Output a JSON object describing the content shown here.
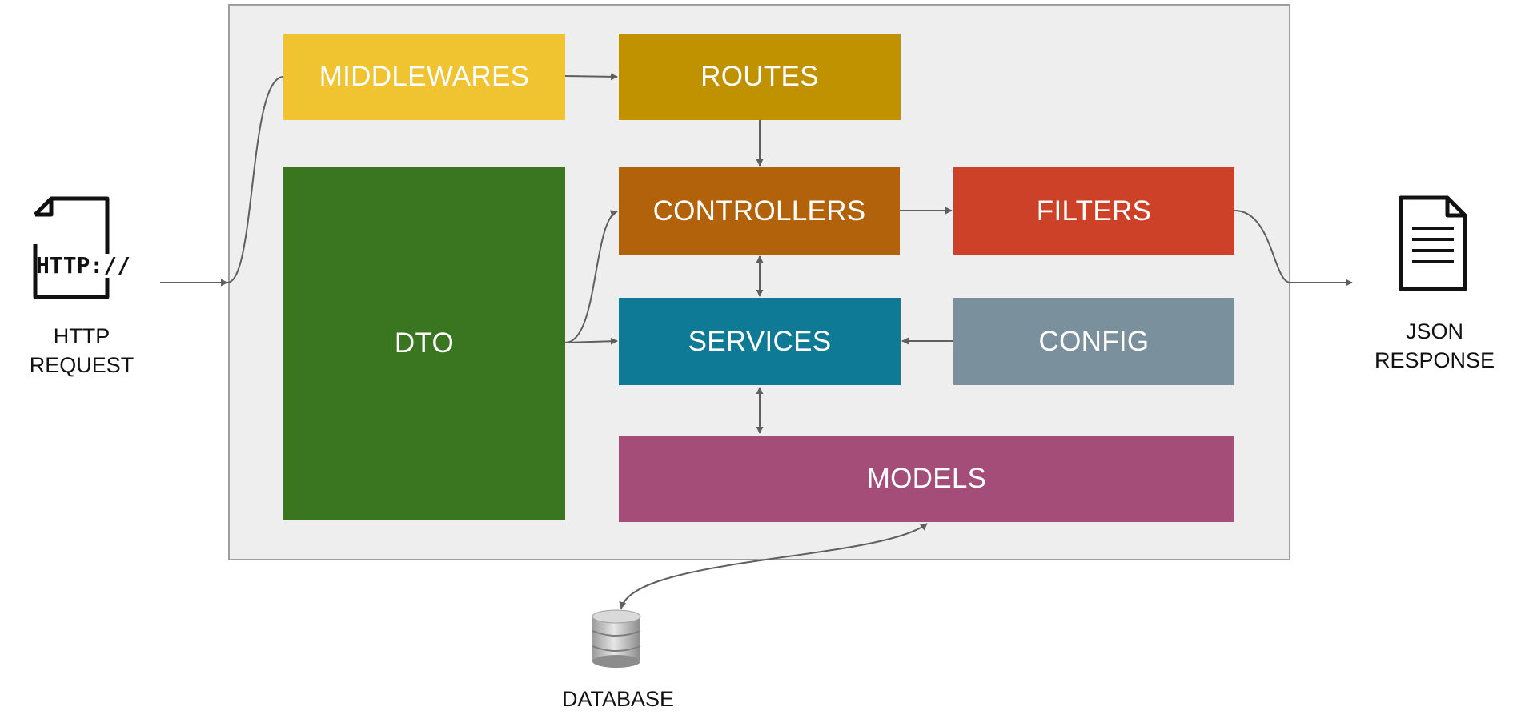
{
  "blocks": {
    "middlewares": {
      "label": "MIDDLEWARES",
      "color": "#F0C330"
    },
    "routes": {
      "label": "ROUTES",
      "color": "#C09200"
    },
    "dto": {
      "label": "DTO",
      "color": "#3A7620"
    },
    "controllers": {
      "label": "CONTROLLERS",
      "color": "#B2620A"
    },
    "filters": {
      "label": "FILTERS",
      "color": "#CC4127"
    },
    "services": {
      "label": "SERVICES",
      "color": "#0E7A96"
    },
    "config": {
      "label": "CONFIG",
      "color": "#7A909C"
    },
    "models": {
      "label": "MODELS",
      "color": "#A44D78"
    }
  },
  "external": {
    "http_request": {
      "label_line1": "HTTP",
      "label_line2": "REQUEST",
      "icon": "http-file-icon",
      "icon_text": "HTTP://"
    },
    "json_response": {
      "label_line1": "JSON",
      "label_line2": "RESPONSE",
      "icon": "document-icon"
    },
    "database": {
      "label": "DATABASE",
      "icon": "database-icon"
    }
  },
  "colors": {
    "container_bg": "#EEEEEE",
    "container_border": "#9E9E9E",
    "connector": "#5F5F5F"
  }
}
